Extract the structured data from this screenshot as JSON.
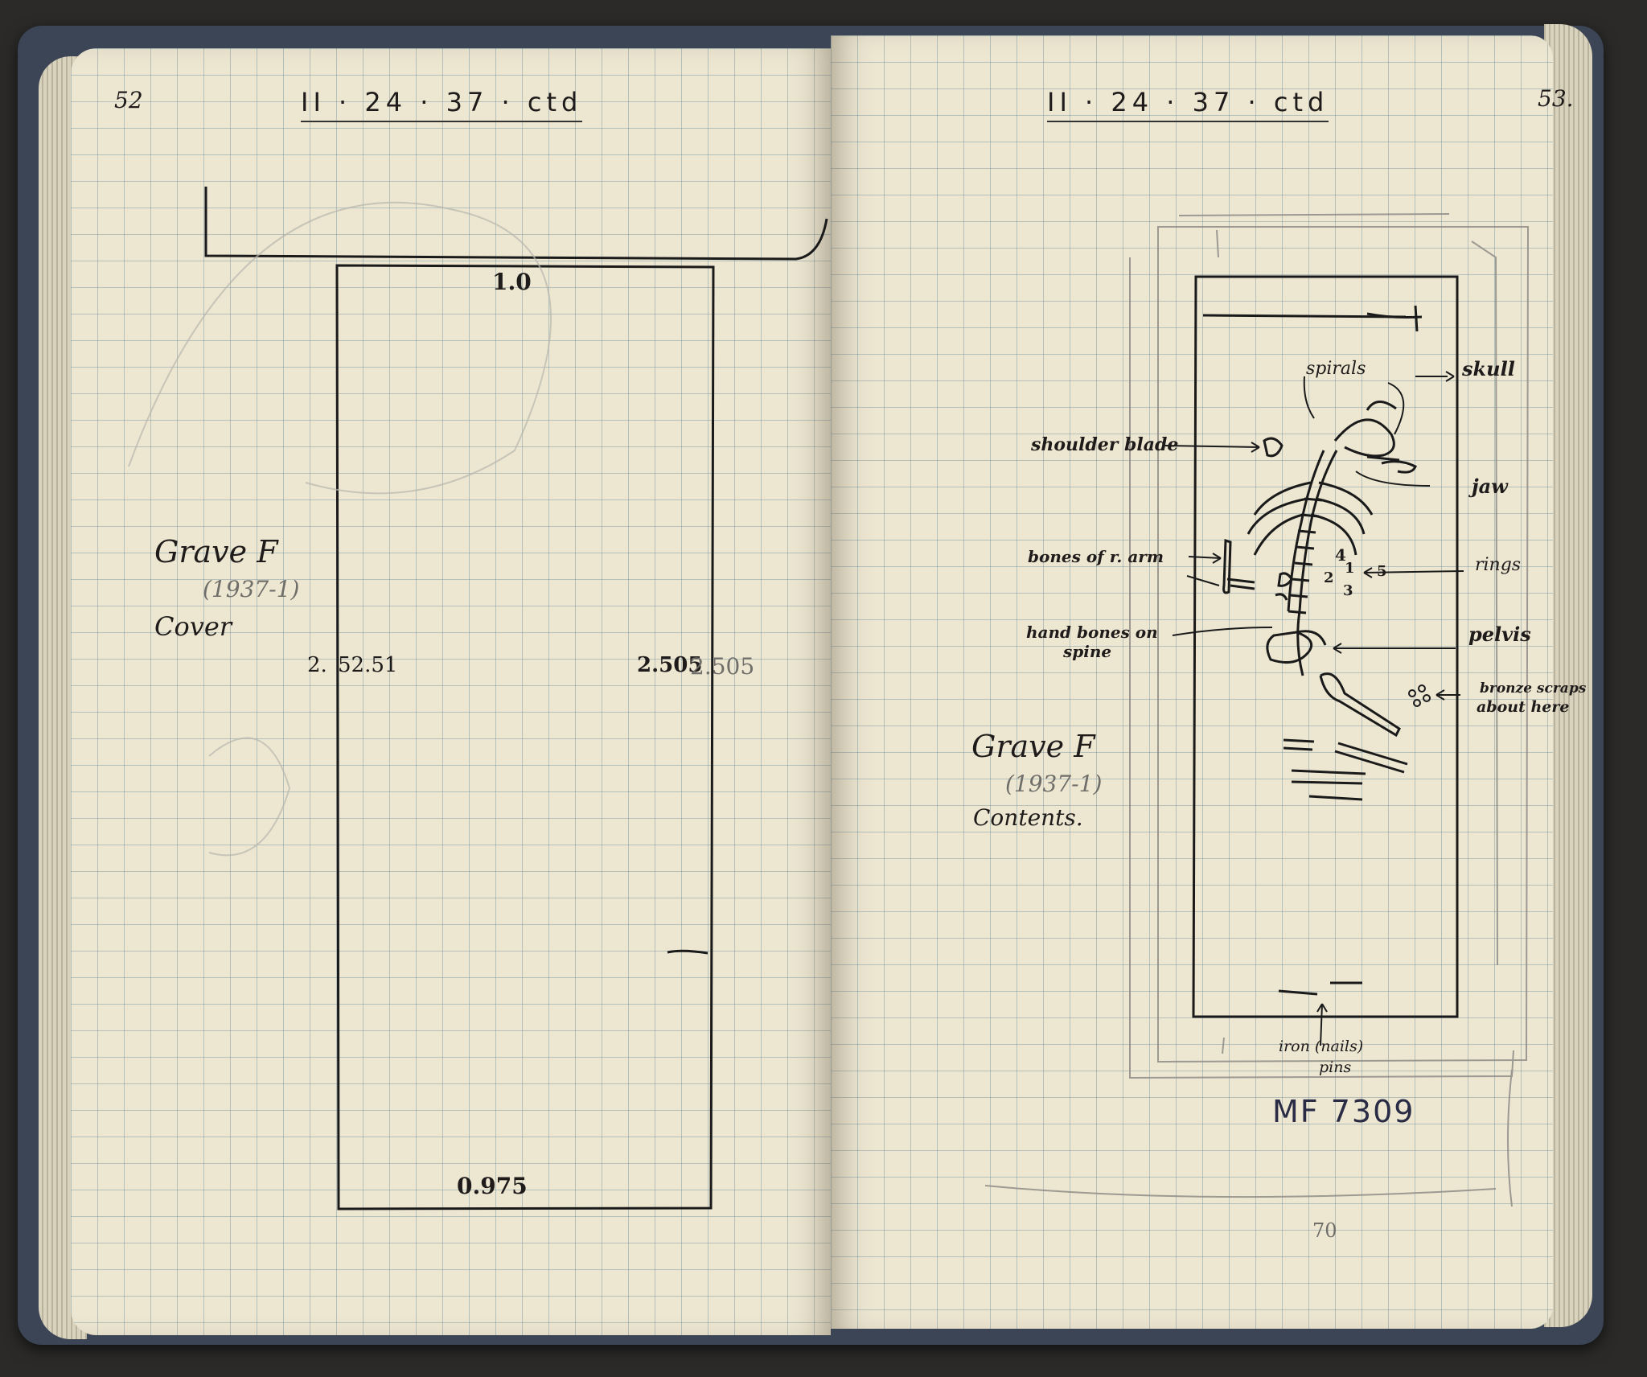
{
  "left_page": {
    "page_number": "52",
    "header": "II · 24 · 37 · ctd",
    "grave_title": "Grave F",
    "grave_id": "(1937-1)",
    "subtitle": "Cover",
    "dim_top": "1.0",
    "dim_left_a": "2.",
    "dim_left_b": "52.51",
    "dim_right_a": "2.505",
    "dim_right_b": "2.505",
    "dim_bottom": "0.975"
  },
  "right_page": {
    "page_number": "53.",
    "header": "II · 24 · 37 · ctd",
    "grave_title": "Grave F",
    "grave_id": "(1937-1)",
    "subtitle": "Contents.",
    "labels": {
      "spirals": "spirals",
      "skull": "skull",
      "shoulder_blade": "shoulder blade",
      "jaw": "jaw",
      "bones_arm": "bones of r. arm",
      "rings": "rings",
      "hand_bones_1": "hand bones on",
      "hand_bones_2": "spine",
      "pelvis": "pelvis",
      "bronze_1": "bronze scraps",
      "bronze_2": "about here",
      "iron_1": "iron (nails)",
      "iron_2": "pins",
      "ring_nums": [
        "4",
        "1",
        "2",
        "3",
        "5"
      ]
    },
    "catalog_number": "MF 7309",
    "pencil_number": "70"
  }
}
